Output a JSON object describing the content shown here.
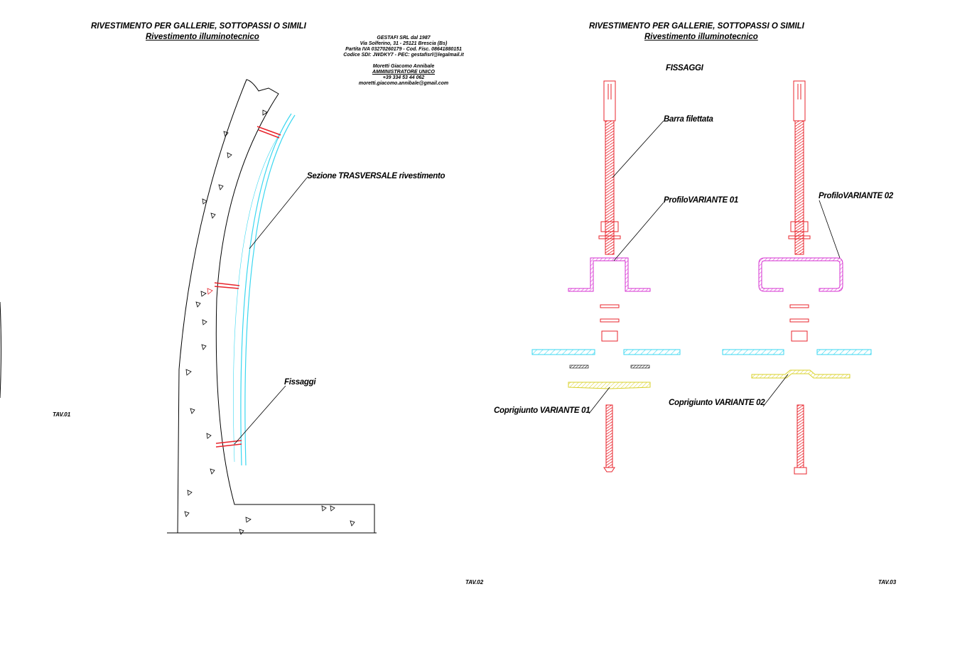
{
  "sheets": {
    "left": {
      "title": "RIVESTIMENTO PER GALLERIE, SOTTOPASSI O SIMILI",
      "subtitle": "Rivestimento illuminotecnico",
      "company": {
        "name": "GESTAFI SRL dal 1987",
        "address": "Via Solferino, 31 - 25121 Brescia (Bs)",
        "vat": "Partita IVA 03270260179 - Cod. Fisc. 08641880151",
        "sdi": "Codice SDI: JWDKY7 - PEC: gestafisrl@legalmail.it",
        "contact_name": "Moretti Giacomo Annibale",
        "role": "AMMINISTRATORE UNICO",
        "phone": "+39 334 53 44 062",
        "email": "moretti.giacomo.annibale@gmail.com"
      },
      "labels": {
        "section": "Sezione TRASVERSALE rivestimento",
        "fixings": "Fissaggi"
      },
      "tav_left": "TAV.01",
      "tav_bottom": "TAV.02"
    },
    "right": {
      "title": "RIVESTIMENTO PER GALLERIE, SOTTOPASSI O SIMILI",
      "subtitle": "Rivestimento illuminotecnico",
      "heading": "FISSAGGI",
      "labels": {
        "rod": "Barra filettata",
        "profile1": "ProfiloVARIANTE 01",
        "profile2": "ProfiloVARIANTE 02",
        "cover1": "Coprigiunto VARIANTE 01",
        "cover2": "Coprigiunto VARIANTE 02"
      },
      "tav": "TAV.03"
    }
  },
  "colors": {
    "anchor": "#e8242c",
    "profile": "#d62fd0",
    "panel": "#3ad7f0",
    "cover": "#e8e23a",
    "line": "#000000"
  }
}
